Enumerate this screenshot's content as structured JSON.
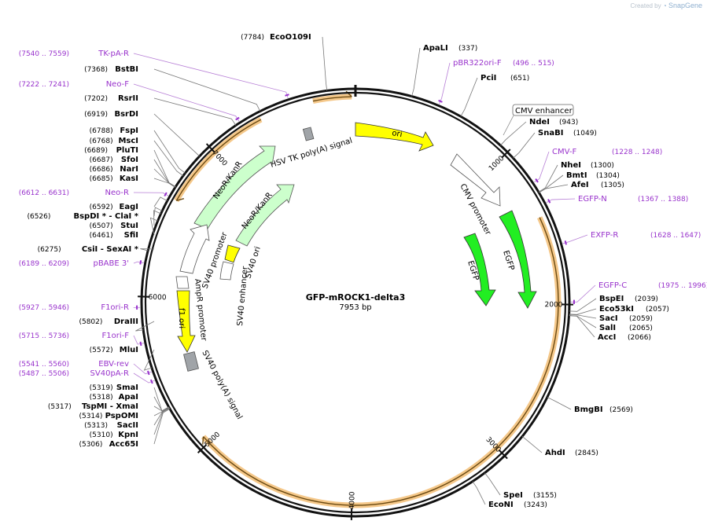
{
  "credit": {
    "prefix": "Created by",
    "brand": "SnapGene"
  },
  "plasmid": {
    "name": "GFP-mROCK1-delta3",
    "size_label": "7953 bp",
    "length": 7953
  },
  "ticks": [
    {
      "pos": 0,
      "label": ""
    },
    {
      "pos": 1000,
      "label": "1000"
    },
    {
      "pos": 2000,
      "label": "2000"
    },
    {
      "pos": 3000,
      "label": "3000"
    },
    {
      "pos": 4000,
      "label": "4000"
    },
    {
      "pos": 5000,
      "label": "5000"
    },
    {
      "pos": 6000,
      "label": "6000"
    },
    {
      "pos": 7000,
      "label": "7000"
    }
  ],
  "enzymes": [
    {
      "name": "EcoO109I",
      "coord": "(7784)",
      "pos": 7784,
      "side": "top"
    },
    {
      "name": "ApaLI",
      "coord": "(337)",
      "pos": 337,
      "side": "right"
    },
    {
      "name": "PciI",
      "coord": "(651)",
      "pos": 651,
      "side": "right"
    },
    {
      "name": "NdeI",
      "coord": "(943)",
      "pos": 943,
      "side": "right"
    },
    {
      "name": "SnaBI",
      "coord": "(1049)",
      "pos": 1049,
      "side": "right"
    },
    {
      "name": "NheI",
      "coord": "(1300)",
      "pos": 1300,
      "side": "right"
    },
    {
      "name": "BmtI",
      "coord": "(1304)",
      "pos": 1304,
      "side": "right"
    },
    {
      "name": "AfeI",
      "coord": "(1305)",
      "pos": 1305,
      "side": "right"
    },
    {
      "name": "BspEI",
      "coord": "(2039)",
      "pos": 2039,
      "side": "right"
    },
    {
      "name": "Eco53kI",
      "coord": "(2057)",
      "pos": 2057,
      "side": "right"
    },
    {
      "name": "SacI",
      "coord": "(2059)",
      "pos": 2059,
      "side": "right"
    },
    {
      "name": "SalI",
      "coord": "(2065)",
      "pos": 2065,
      "side": "right"
    },
    {
      "name": "AccI",
      "coord": "(2066)",
      "pos": 2066,
      "side": "right"
    },
    {
      "name": "BmgBI",
      "coord": "(2569)",
      "pos": 2569,
      "side": "right"
    },
    {
      "name": "AhdI",
      "coord": "(2845)",
      "pos": 2845,
      "side": "right"
    },
    {
      "name": "SpeI",
      "coord": "(3155)",
      "pos": 3155,
      "side": "right"
    },
    {
      "name": "EcoNI",
      "coord": "(3243)",
      "pos": 3243,
      "side": "right"
    },
    {
      "name": "BstBI",
      "coord": "(7368)",
      "pos": 7368,
      "side": "left"
    },
    {
      "name": "RsrII",
      "coord": "(7202)",
      "pos": 7202,
      "side": "left"
    },
    {
      "name": "BsrDI",
      "coord": "(6919)",
      "pos": 6919,
      "side": "left"
    },
    {
      "name": "FspI",
      "coord": "(6788)",
      "pos": 6788,
      "side": "left"
    },
    {
      "name": "MscI",
      "coord": "(6768)",
      "pos": 6768,
      "side": "left"
    },
    {
      "name": "PluTI",
      "coord": "(6689)",
      "pos": 6689,
      "side": "left"
    },
    {
      "name": "SfoI",
      "coord": "(6687)",
      "pos": 6687,
      "side": "left"
    },
    {
      "name": "NarI",
      "coord": "(6686)",
      "pos": 6686,
      "side": "left"
    },
    {
      "name": "KasI",
      "coord": "(6685)",
      "pos": 6685,
      "side": "left"
    },
    {
      "name": "EagI",
      "coord": "(6592)",
      "pos": 6592,
      "side": "left"
    },
    {
      "name": "BspDI * - ClaI *",
      "coord": "(6526)",
      "pos": 6526,
      "side": "left"
    },
    {
      "name": "StuI",
      "coord": "(6507)",
      "pos": 6507,
      "side": "left"
    },
    {
      "name": "SfiI",
      "coord": "(6461)",
      "pos": 6461,
      "side": "left"
    },
    {
      "name": "CsiI - SexAI *",
      "coord": "(6275)",
      "pos": 6275,
      "side": "left"
    },
    {
      "name": "DraIII",
      "coord": "(5802)",
      "pos": 5802,
      "side": "left"
    },
    {
      "name": "MluI",
      "coord": "(5572)",
      "pos": 5572,
      "side": "left"
    },
    {
      "name": "SmaI",
      "coord": "(5319)",
      "pos": 5319,
      "side": "left"
    },
    {
      "name": "ApaI",
      "coord": "(5318)",
      "pos": 5318,
      "side": "left"
    },
    {
      "name": "TspMI - XmaI",
      "coord": "(5317)",
      "pos": 5317,
      "side": "left"
    },
    {
      "name": "PspOMI",
      "coord": "(5314)",
      "pos": 5314,
      "side": "left"
    },
    {
      "name": "SacII",
      "coord": "(5313)",
      "pos": 5313,
      "side": "left"
    },
    {
      "name": "KpnI",
      "coord": "(5310)",
      "pos": 5310,
      "side": "left"
    },
    {
      "name": "Acc65I",
      "coord": "(5306)",
      "pos": 5306,
      "side": "left"
    }
  ],
  "primers": [
    {
      "name": "TK-pA-R",
      "range": "(7540 .. 7559)",
      "pos": 7550,
      "side": "left"
    },
    {
      "name": "Neo-F",
      "range": "(7222 .. 7241)",
      "pos": 7231,
      "side": "left"
    },
    {
      "name": "Neo-R",
      "range": "(6612 .. 6631)",
      "pos": 6621,
      "side": "left"
    },
    {
      "name": "pBABE 3'",
      "range": "(6189 .. 6209)",
      "pos": 6199,
      "side": "left"
    },
    {
      "name": "F1ori-R",
      "range": "(5927 .. 5946)",
      "pos": 5936,
      "side": "left"
    },
    {
      "name": "F1ori-F",
      "range": "(5715 .. 5736)",
      "pos": 5725,
      "side": "left"
    },
    {
      "name": "EBV-rev",
      "range": "(5541 .. 5560)",
      "pos": 5550,
      "side": "left"
    },
    {
      "name": "SV40pA-R",
      "range": "(5487 .. 5506)",
      "pos": 5496,
      "side": "left"
    },
    {
      "name": "pBR322ori-F",
      "range": "(496 .. 515)",
      "pos": 505,
      "side": "right"
    },
    {
      "name": "CMV-F",
      "range": "(1228 .. 1248)",
      "pos": 1238,
      "side": "right"
    },
    {
      "name": "EGFP-N",
      "range": "(1367 .. 1388)",
      "pos": 1377,
      "side": "right"
    },
    {
      "name": "EXFP-R",
      "range": "(1628 .. 1647)",
      "pos": 1637,
      "side": "right"
    },
    {
      "name": "EGFP-C",
      "range": "(1975 .. 1996)",
      "pos": 1985,
      "side": "right"
    }
  ],
  "features_text": {
    "cmv_enhancer": "CMV enhancer",
    "ori": "ori",
    "cmv_promoter": "CMV promoter",
    "egfp_outer": "EGFP",
    "egfp_inner": "EGFP",
    "hsv_tk": "HSV TK poly(A) signal",
    "neokanr_outer": "NeoR/KanR",
    "neokanr_inner": "NeoR/KanR",
    "sv40_promoter": "SV40 promoter",
    "sv40_ori": "SV40 ori",
    "sv40_enhancer": "SV40 enhancer",
    "ampr_promoter": "AmpR promoter",
    "f1_ori": "f1 ori",
    "sv40_polya": "SV40 poly(A) signal"
  },
  "colors": {
    "enzyme": "#000000",
    "primer": "#9933cc",
    "ori": "#ffff00",
    "cds_green": "#22ee22",
    "cds_light": "#ccffcc",
    "promoter": "#ffffff",
    "terminator": "#a0a4a8",
    "highlight": "#f5c88a",
    "highlight_core": "#6b4a12"
  }
}
